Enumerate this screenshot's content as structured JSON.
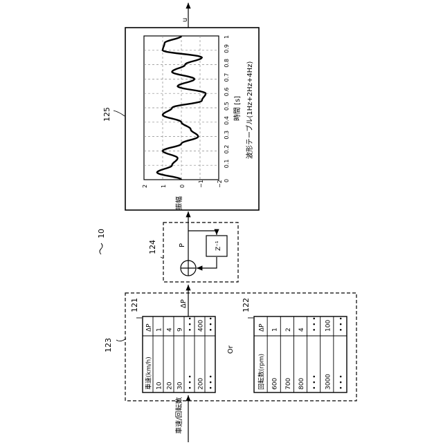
{
  "figure_ref": "10",
  "labels": {
    "signal_in": "車速/回転数",
    "delta_p": "ΔP",
    "p": "P",
    "output_u": "u",
    "or": "Or",
    "z_inv": "Z⁻¹"
  },
  "blocks": {
    "map_block": "123",
    "speed_table": "121",
    "rpm_table": "122",
    "integrator": "124",
    "waveform": "125"
  },
  "speed_table": {
    "headers": [
      "車速(km/h)",
      "ΔP"
    ],
    "rows": [
      [
        "10",
        "1"
      ],
      [
        "20",
        "4"
      ],
      [
        "30",
        "9"
      ],
      [
        "• • •",
        "• • •"
      ],
      [
        "200",
        "400"
      ],
      [
        "• • •",
        "• • •"
      ]
    ]
  },
  "rpm_table": {
    "headers": [
      "回転数(rpm)",
      "ΔP"
    ],
    "rows": [
      [
        "600",
        "1"
      ],
      [
        "700",
        "2"
      ],
      [
        "800",
        "4"
      ],
      [
        "• • •",
        "• • •"
      ],
      [
        "3000",
        "100"
      ],
      [
        "• • •",
        "• • •"
      ]
    ]
  },
  "chart_data": {
    "type": "line",
    "title": "波形テーブル(1Hz+2Hz+4Hz)",
    "xlabel": "時間 [s]",
    "ylabel": "振幅",
    "xlim": [
      0,
      1
    ],
    "ylim": [
      -2,
      2
    ],
    "xticks": [
      "0",
      "0.1",
      "0.2",
      "0.3",
      "0.4",
      "0.5",
      "0.6",
      "0.7",
      "0.8",
      "0.9",
      "1"
    ],
    "yticks": [
      "2",
      "1",
      "0",
      "−1",
      "−2"
    ],
    "grid": true,
    "series": [
      {
        "x": [
          0,
          0.05,
          0.1,
          0.15,
          0.2,
          0.25,
          0.3,
          0.35,
          0.4,
          0.45,
          0.5,
          0.55,
          0.6,
          0.65,
          0.7,
          0.75,
          0.8,
          0.85,
          0.9,
          0.95,
          1.0
        ],
        "y": [
          0.0,
          1.3,
          0.5,
          0.2,
          1.0,
          0.0,
          -0.9,
          -0.5,
          0.0,
          1.0,
          0.5,
          -1.1,
          -1.3,
          0.2,
          -0.7,
          0.5,
          -0.2,
          -1.1,
          1.0,
          0.9,
          0.0
        ]
      }
    ]
  }
}
